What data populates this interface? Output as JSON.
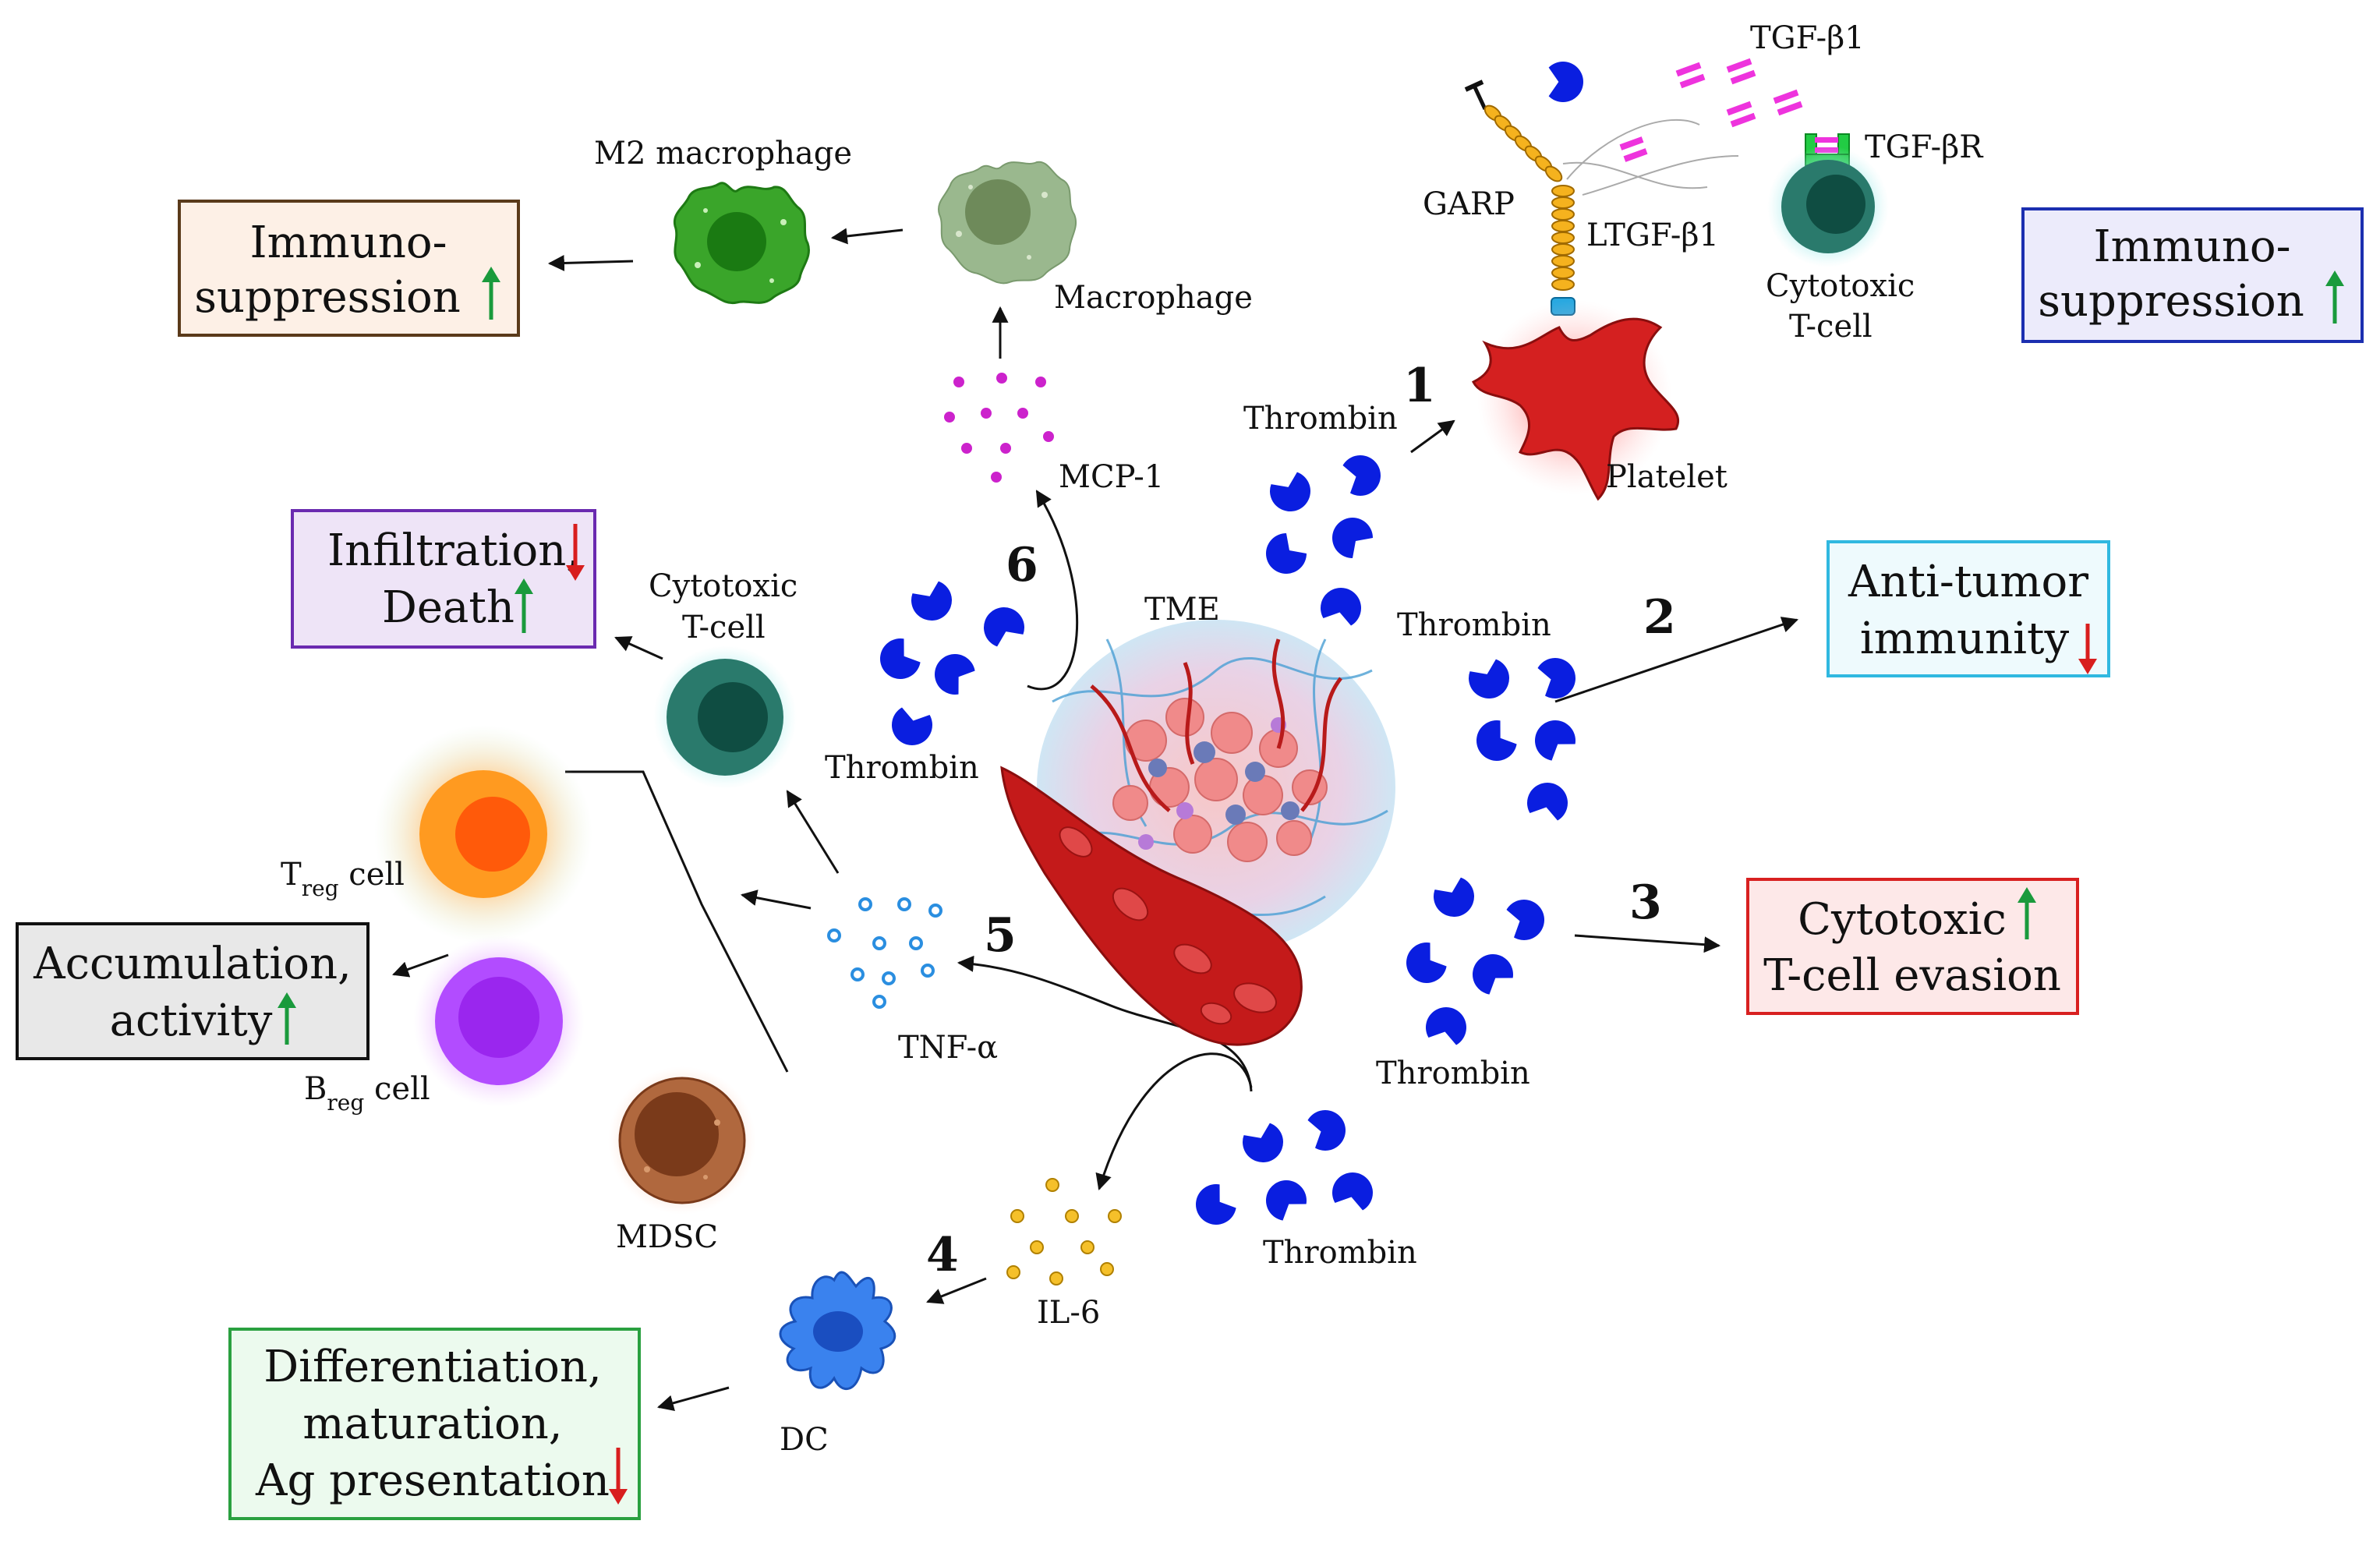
{
  "labels": {
    "m2_macrophage": "M2 macrophage",
    "macrophage": "Macrophage",
    "mcp1": "MCP-1",
    "tgf_b1": "TGF-β1",
    "tgf_br": "TGF-βR",
    "garp": "GARP",
    "ltgf_b1": "LTGF-β1",
    "cytotoxic_tcell_top_l1": "Cytotoxic",
    "cytotoxic_tcell_top_l2": "T-cell",
    "platelet": "Platelet",
    "thrombin": "Thrombin",
    "tme": "TME",
    "cytotoxic_tcell_left_l1": "Cytotoxic",
    "cytotoxic_tcell_left_l2": "T-cell",
    "treg_base": "T",
    "treg_sub": "reg",
    "treg_tail": " cell",
    "breg_base": "B",
    "breg_sub": "reg",
    "breg_tail": " cell",
    "mdsc": "MDSC",
    "tnf_a": "TNF-α",
    "il6": "IL-6",
    "dc": "DC"
  },
  "numbers": {
    "n1": "1",
    "n2": "2",
    "n3": "3",
    "n4": "4",
    "n5": "5",
    "n6": "6"
  },
  "boxes": {
    "immuno_left": {
      "line1": "Immuno-",
      "line2": "suppression",
      "arrow": "up",
      "border": "#5a3a1a",
      "fill": "#fdf0e6"
    },
    "immuno_right": {
      "line1": "Immuno-",
      "line2": "suppression",
      "arrow": "up",
      "border": "#1c2fb0",
      "fill": "#ecebfb"
    },
    "infiltration": {
      "line1": "Infiltration,",
      "line2": "Death",
      "arrow1": "down",
      "arrow2": "up",
      "border": "#6a2ab0",
      "fill": "#eee4f7"
    },
    "antitumor": {
      "line1": "Anti-tumor",
      "line2": "immunity",
      "arrow": "down",
      "border": "#30b8e0",
      "fill": "#eefafd"
    },
    "cytotoxic_evasion": {
      "line1": "Cytotoxic",
      "line2": "T-cell evasion",
      "arrow": "up",
      "border": "#d82020",
      "fill": "#fde8e8"
    },
    "accumulation": {
      "line1": "Accumulation,",
      "line2": "activity",
      "arrow": "up",
      "border": "#111111",
      "fill": "#e8e8e8"
    },
    "differentiation": {
      "line1": "Differentiation,",
      "line2": "maturation,",
      "line3": "Ag presentation",
      "arrow": "down",
      "border": "#2aa040",
      "fill": "#ecfaee"
    }
  },
  "colors": {
    "up_arrow": "#1a9a3c",
    "down_arrow": "#d81e1e",
    "thrombin": "#0a1ee0",
    "mcp1": "#cc22cc",
    "tnf": "#2a8ee0",
    "il6": "#e0a81e",
    "tgf": "#ee33dd",
    "platelet": "#c91f26",
    "tcell": "#1f6b5e",
    "treg": "#ff8a14",
    "breg": "#a640ee",
    "mdsc": "#8a4a2a",
    "dc": "#2a72e8",
    "m2": "#2a9a1e",
    "macrophage": "#7fa477"
  },
  "icons": [
    "thrombin-icon",
    "platelet-icon",
    "tcell-icon",
    "macrophage-icon",
    "m2-macrophage-icon",
    "treg-icon",
    "breg-icon",
    "mdsc-icon",
    "dendritic-cell-icon",
    "tumor-microenvironment-icon",
    "garp-icon",
    "tgf-receptor-icon"
  ]
}
